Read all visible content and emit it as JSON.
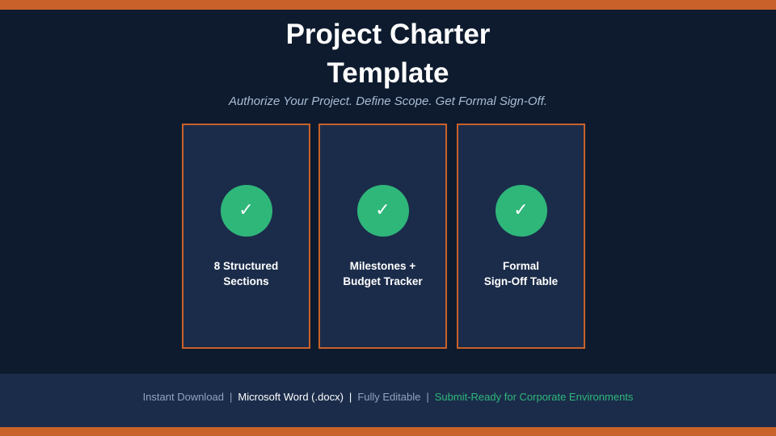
{
  "colors": {
    "background": "#0e1b2e",
    "accent": "#c8612a",
    "card_bg": "#1b2c4a",
    "check_green": "#2fb77a"
  },
  "title": {
    "line1": "Project Charter",
    "line2": "Template"
  },
  "subtitle": "Authorize Your Project. Define Scope. Get Formal Sign-Off.",
  "cards": [
    {
      "icon": "check-icon",
      "glyph": "✓",
      "line1": "8 Structured",
      "line2": "Sections"
    },
    {
      "icon": "check-icon",
      "glyph": "✓",
      "line1": "Milestones +",
      "line2": "Budget Tracker"
    },
    {
      "icon": "check-icon",
      "glyph": "✓",
      "line1": "Formal",
      "line2": "Sign-Off Table"
    }
  ],
  "footer": {
    "item1": "Instant Download",
    "item2": "Microsoft Word (.docx)",
    "item3": "Fully Editable",
    "item4": "Submit-Ready for Corporate Environments",
    "separator": "|"
  }
}
